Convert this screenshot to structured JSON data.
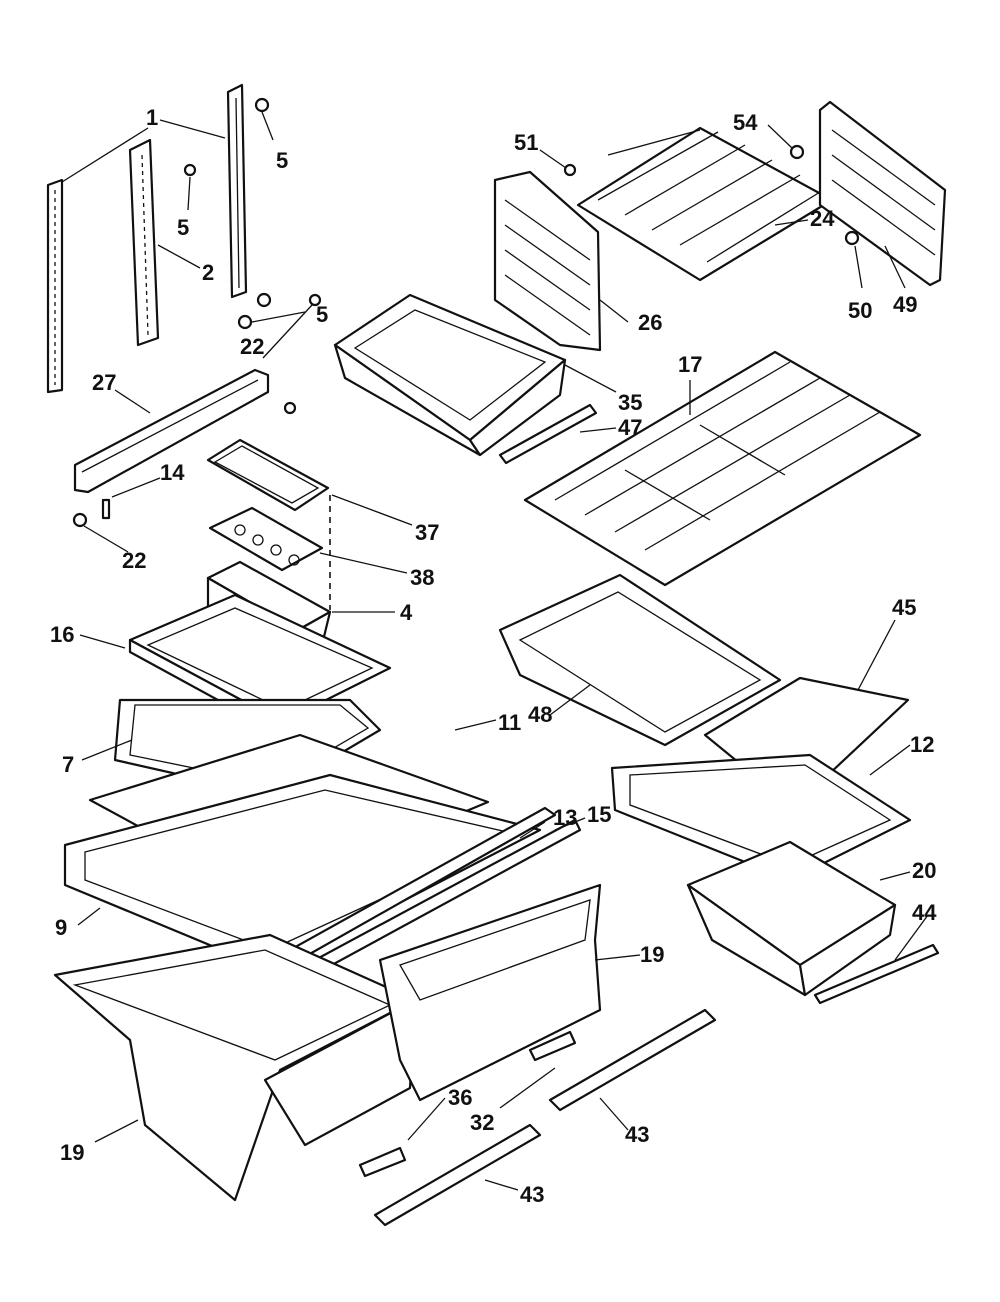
{
  "labels": {
    "l1": "1",
    "l2": "2",
    "l5a": "5",
    "l5b": "5",
    "l5c": "5",
    "l22a": "22",
    "l27": "27",
    "l14": "14",
    "l22b": "22",
    "l37": "37",
    "l38": "38",
    "l4": "4",
    "l16": "16",
    "l7": "7",
    "l11": "11",
    "l13": "13",
    "l15": "15",
    "l9": "9",
    "l19a": "19",
    "l19b": "19",
    "l36": "36",
    "l32": "32",
    "l43a": "43",
    "l43b": "43",
    "l51": "51",
    "l54": "54",
    "l24": "24",
    "l26": "26",
    "l50": "50",
    "l49": "49",
    "l35": "35",
    "l47": "47",
    "l17": "17",
    "l45": "45",
    "l48": "48",
    "l12": "12",
    "l20": "20",
    "l44": "44"
  }
}
